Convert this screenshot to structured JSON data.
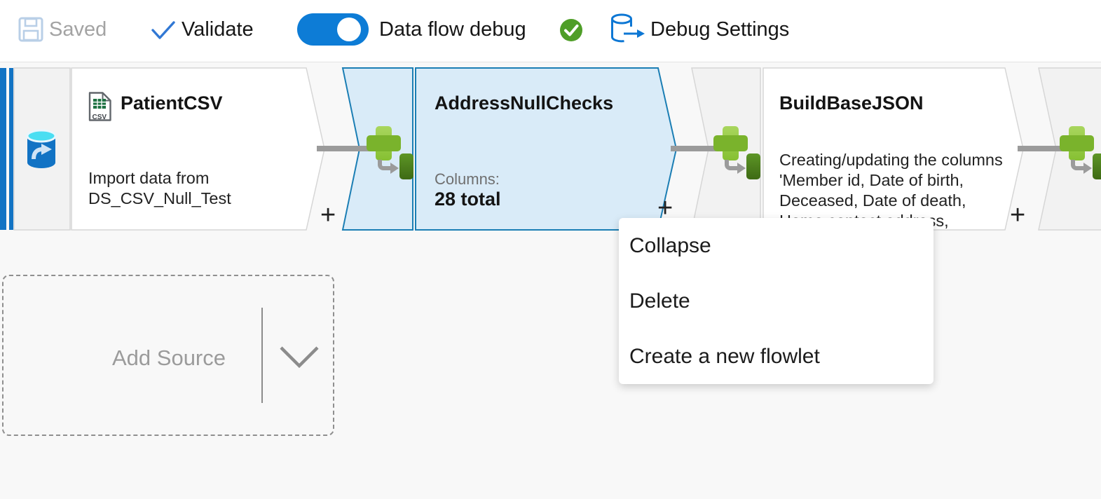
{
  "toolbar": {
    "saved_label": "Saved",
    "validate_label": "Validate",
    "data_flow_debug_label": "Data flow debug",
    "debug_on": true,
    "debug_settings_label": "Debug Settings"
  },
  "flow": {
    "nodes": [
      {
        "title": "PatientCSV",
        "description": "Import data from DS_CSV_Null_Test",
        "add_label": "+",
        "selected": false
      },
      {
        "title": "AddressNullChecks",
        "columns_label": "Columns:",
        "columns_value": "28 total",
        "add_label": "+",
        "selected": true
      },
      {
        "title": "BuildBaseJSON",
        "description": "Creating/updating the columns 'Member id, Date of birth, Deceased, Date of death, Home contact address,",
        "add_label": "+",
        "selected": false
      }
    ],
    "add_source_label": "Add Source"
  },
  "context_menu": {
    "items": [
      {
        "label": "Collapse"
      },
      {
        "label": "Delete"
      },
      {
        "label": "Create a new flowlet"
      }
    ]
  },
  "colors": {
    "accent_blue": "#0d7cd6",
    "selected_node_fill": "#d9ebf8",
    "selected_node_border": "#1b7eb4",
    "unselected_node_border": "#d6d6d6",
    "success_green": "#4f9e28",
    "transform_green": "#7ab32c",
    "connector_gray": "#9b9b9b",
    "canvas_bg": "#f8f8f8"
  }
}
